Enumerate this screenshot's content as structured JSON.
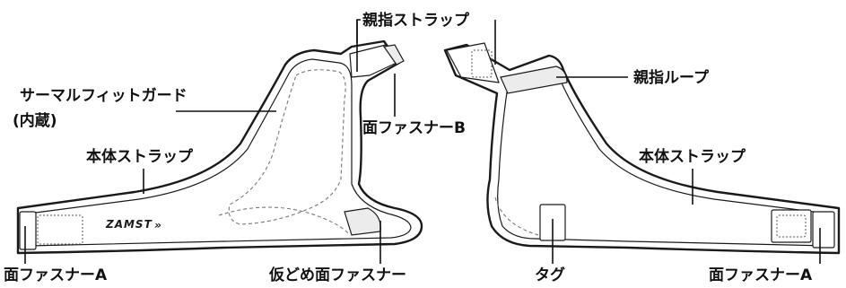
{
  "labels": {
    "thumb_strap": "親指ストラップ",
    "thermal_fit_guard_1": "サーマルフィットガード",
    "thermal_fit_guard_2": "(内蔵)",
    "body_strap_left": "本体ストラップ",
    "velcro_a_left": "面ファスナーA",
    "temp_velcro": "仮どめ面ファスナー",
    "velcro_b": "面ファスナーB",
    "thumb_loop": "親指ループ",
    "body_strap_right": "本体ストラップ",
    "tag": "タグ",
    "velcro_a_right": "面ファスナーA"
  },
  "logo": {
    "brand": "ZAMST",
    "arrows": "»"
  },
  "colors": {
    "stroke": "#1a1a1a",
    "panel_gray": "#ececec",
    "text": "#111111"
  }
}
